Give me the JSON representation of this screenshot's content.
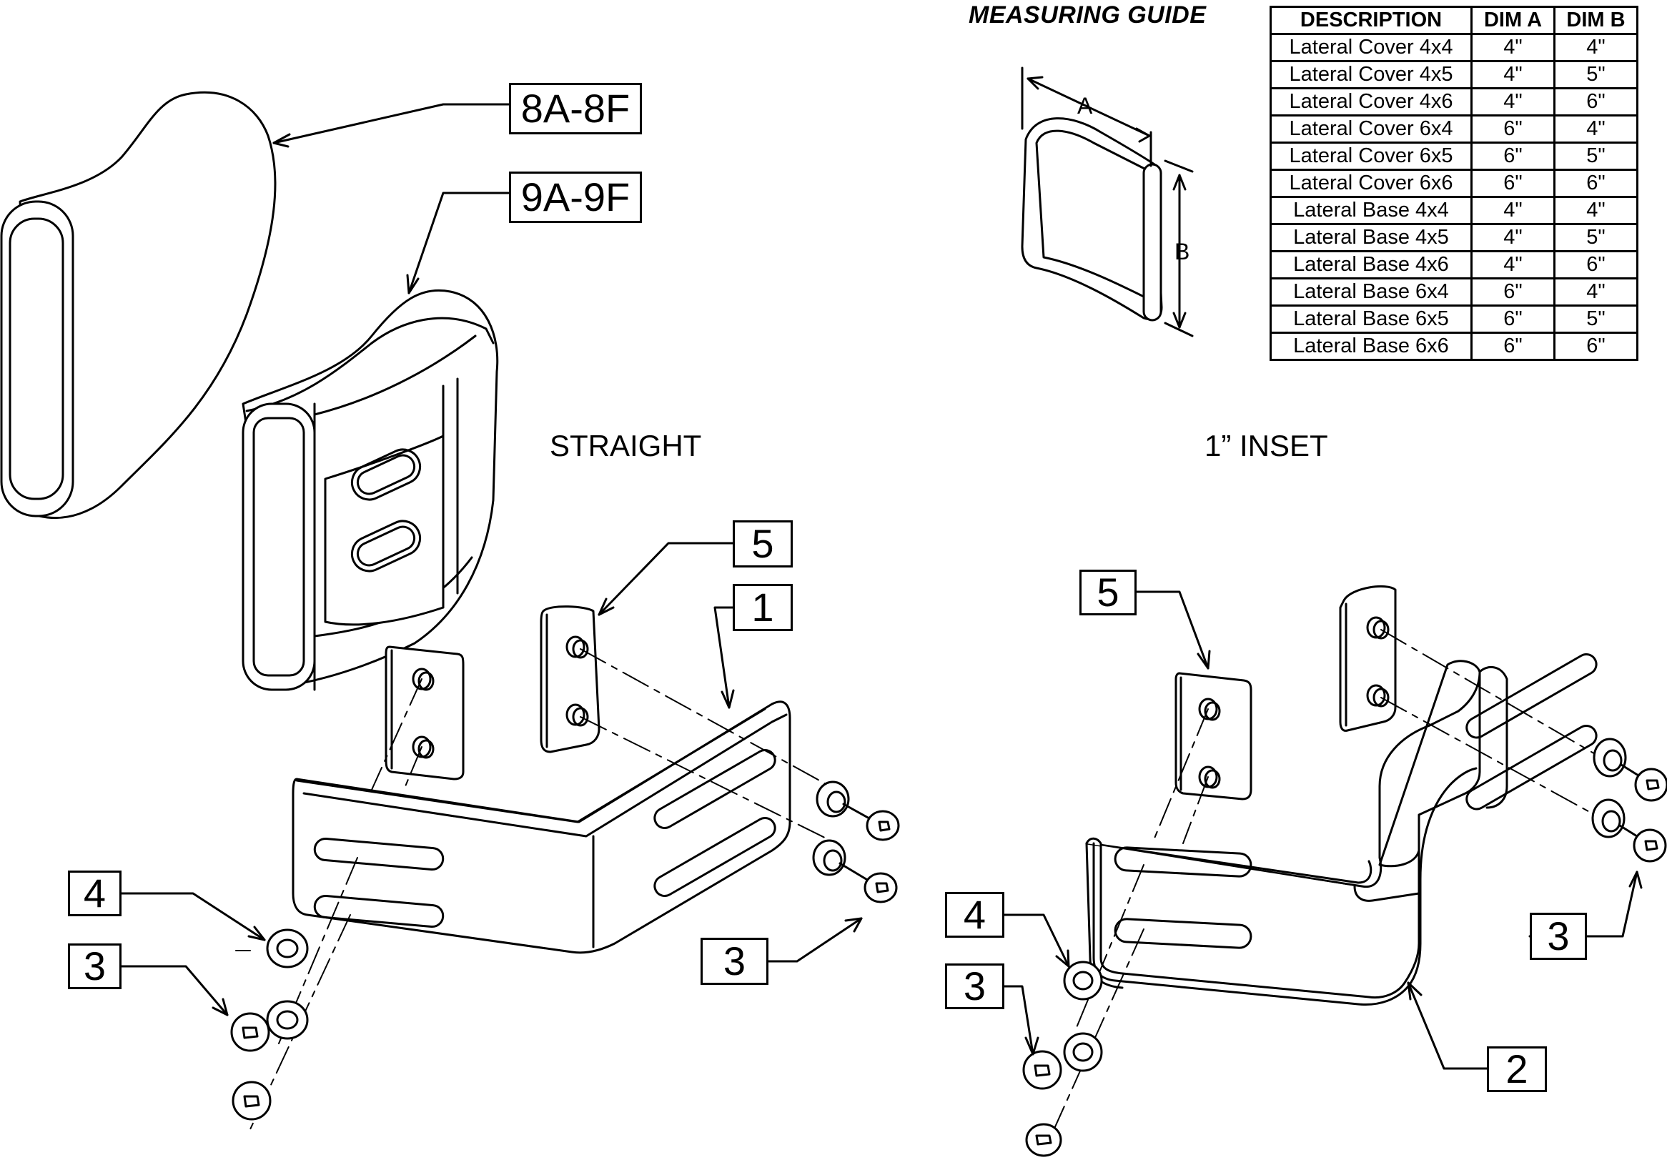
{
  "measuring_guide": {
    "title": "MEASURING GUIDE",
    "dim_a_label": "A",
    "dim_b_label": "B"
  },
  "table": {
    "headers": [
      "DESCRIPTION",
      "DIM A",
      "DIM B"
    ],
    "rows": [
      [
        "Lateral Cover 4x4",
        "4\"",
        "4\""
      ],
      [
        "Lateral Cover 4x5",
        "4\"",
        "5\""
      ],
      [
        "Lateral Cover 4x6",
        "4\"",
        "6\""
      ],
      [
        "Lateral Cover 6x4",
        "6\"",
        "4\""
      ],
      [
        "Lateral Cover 6x5",
        "6\"",
        "5\""
      ],
      [
        "Lateral Cover 6x6",
        "6\"",
        "6\""
      ],
      [
        "Lateral Base 4x4",
        "4\"",
        "4\""
      ],
      [
        "Lateral Base 4x5",
        "4\"",
        "5\""
      ],
      [
        "Lateral Base 4x6",
        "4\"",
        "6\""
      ],
      [
        "Lateral Base 6x4",
        "6\"",
        "4\""
      ],
      [
        "Lateral Base 6x5",
        "6\"",
        "5\""
      ],
      [
        "Lateral Base 6x6",
        "6\"",
        "6\""
      ]
    ]
  },
  "views": {
    "straight": "STRAIGHT",
    "inset": "1” INSET"
  },
  "callouts": {
    "cover": "8A-8F",
    "base": "9A-9F",
    "plate_left": "5",
    "bracket_straight": "1",
    "washer_left": "4",
    "screw_left": "3",
    "screw_right": "3",
    "plate_right": "5",
    "washer_inset": "4",
    "screw_inset": "3",
    "screw_inset_right": "3",
    "bracket_inset": "2"
  }
}
